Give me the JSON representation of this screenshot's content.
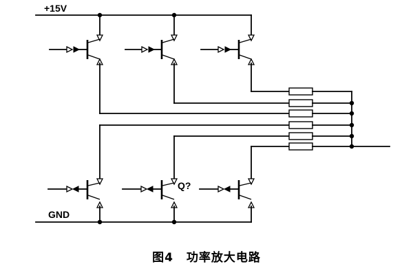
{
  "labels": {
    "supply": "+15V",
    "ground": "GND",
    "transistor_ref": "Q?"
  },
  "caption": {
    "figure_no": "图4",
    "title": "功率放大电路"
  }
}
